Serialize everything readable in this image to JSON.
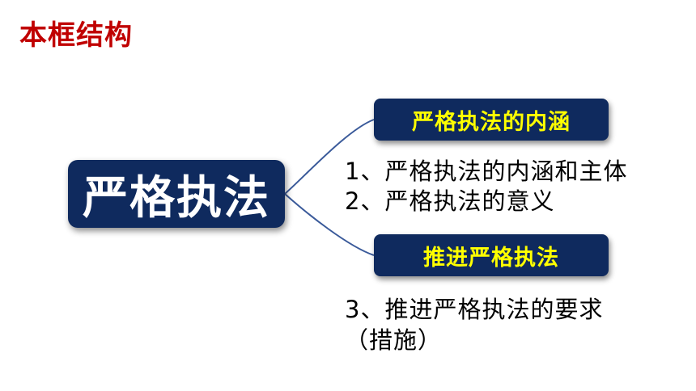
{
  "page": {
    "title": "本框结构"
  },
  "diagram": {
    "root": "严格执法",
    "branches": [
      {
        "label": "严格执法的内涵",
        "items": [
          "1、严格执法的内涵和主体",
          "2、严格执法的意义"
        ]
      },
      {
        "label": "推进严格执法",
        "items": [
          "3、推进严格执法的要求",
          "（措施）"
        ]
      }
    ]
  },
  "colors": {
    "title": "#c00000",
    "box_fill": "#0f2a5e",
    "branch_text": "#ffff00",
    "root_text": "#ffffff",
    "connector": "#3a5a9a"
  }
}
